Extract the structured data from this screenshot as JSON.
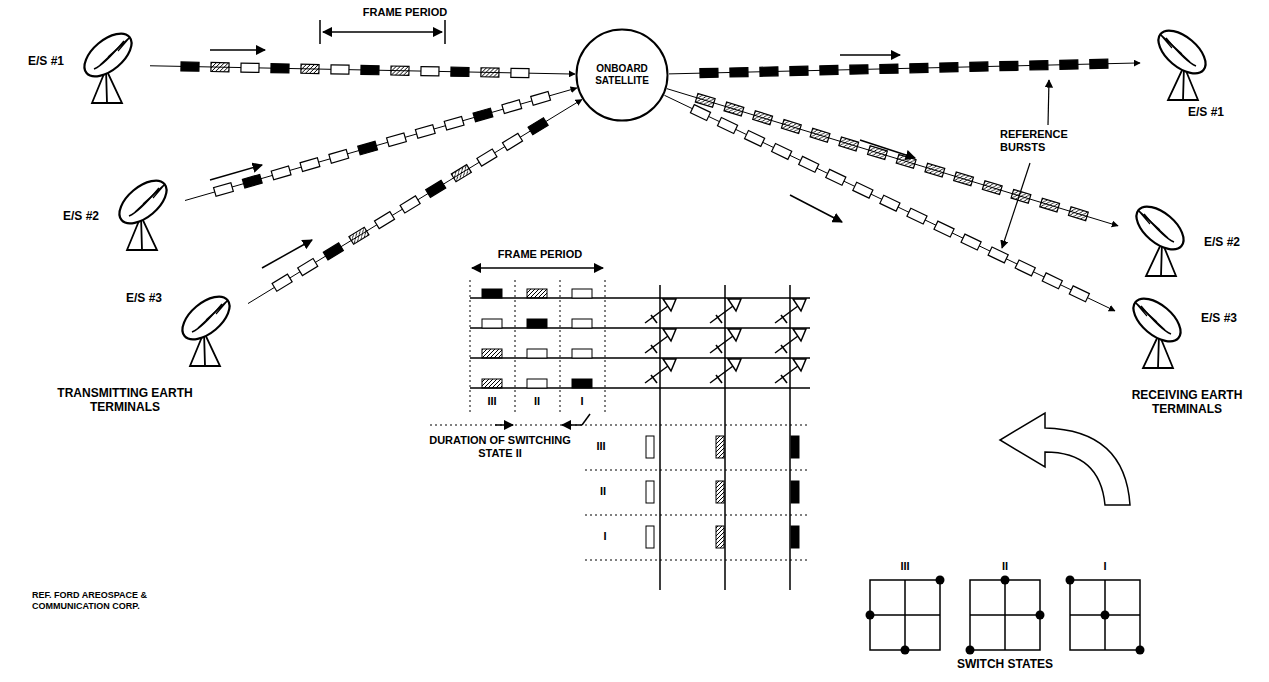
{
  "diagram": {
    "nodes": [
      {
        "text": [
          "E/S #1"
        ]
      },
      {
        "text": [
          "E/S #2"
        ]
      },
      {
        "text": [
          "E/S #3"
        ]
      },
      {
        "text": [
          "ONBOARD SATELLITE"
        ]
      },
      {
        "text": [
          "E/S #1"
        ]
      },
      {
        "text": [
          "E/S #2"
        ]
      },
      {
        "text": [
          "E/S #3"
        ]
      }
    ],
    "edges": [
      {
        "from": 0,
        "to": 3,
        "arrow": "to"
      },
      {
        "from": 1,
        "to": 3,
        "arrow": "to"
      },
      {
        "from": 2,
        "to": 3,
        "arrow": "to"
      },
      {
        "from": 3,
        "to": 4,
        "arrow": "to"
      },
      {
        "from": 3,
        "to": 5,
        "arrow": "to"
      },
      {
        "from": 3,
        "to": 6,
        "arrow": "to"
      }
    ],
    "labels": [
      "FRAME PERIOD",
      "REFERENCE BURSTS",
      "TRANSMITTING EARTH TERMINALS",
      "RECEIVING EARTH TERMINALS",
      "FRAME PERIOD",
      "III",
      "II",
      "I",
      "DURATION OF SWITCHING STATE II",
      "III",
      "II",
      "I",
      "III",
      "II",
      "I",
      "SWITCH STATES",
      "REF. FORD AREOSPACE & COMMUNICATION CORP."
    ]
  }
}
